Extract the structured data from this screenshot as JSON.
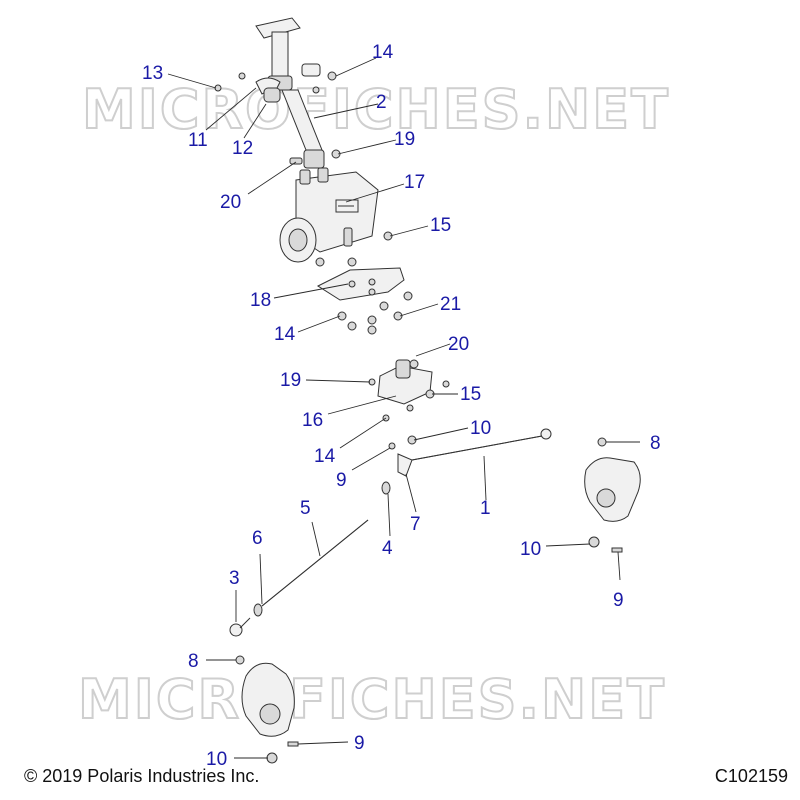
{
  "watermark": "MICROFICHES.NET",
  "callouts": {
    "c1": "1",
    "c2": "2",
    "c3": "3",
    "c4": "4",
    "c5": "5",
    "c6": "6",
    "c7": "7",
    "c8a": "8",
    "c8b": "8",
    "c9a": "9",
    "c9b": "9",
    "c9c": "9",
    "c10a": "10",
    "c10b": "10",
    "c10c": "10",
    "c11": "11",
    "c12": "12",
    "c13": "13",
    "c14a": "14",
    "c14b": "14",
    "c14c": "14",
    "c15a": "15",
    "c15b": "15",
    "c16": "16",
    "c17": "17",
    "c18": "18",
    "c19a": "19",
    "c19b": "19",
    "c20a": "20",
    "c20b": "20",
    "c21": "21"
  },
  "footer": {
    "copyright": "© 2019 Polaris Industries Inc.",
    "diagram_code": "C102159"
  },
  "colors": {
    "callout": "#1a1aa6",
    "watermark": "#cfcfcf"
  }
}
